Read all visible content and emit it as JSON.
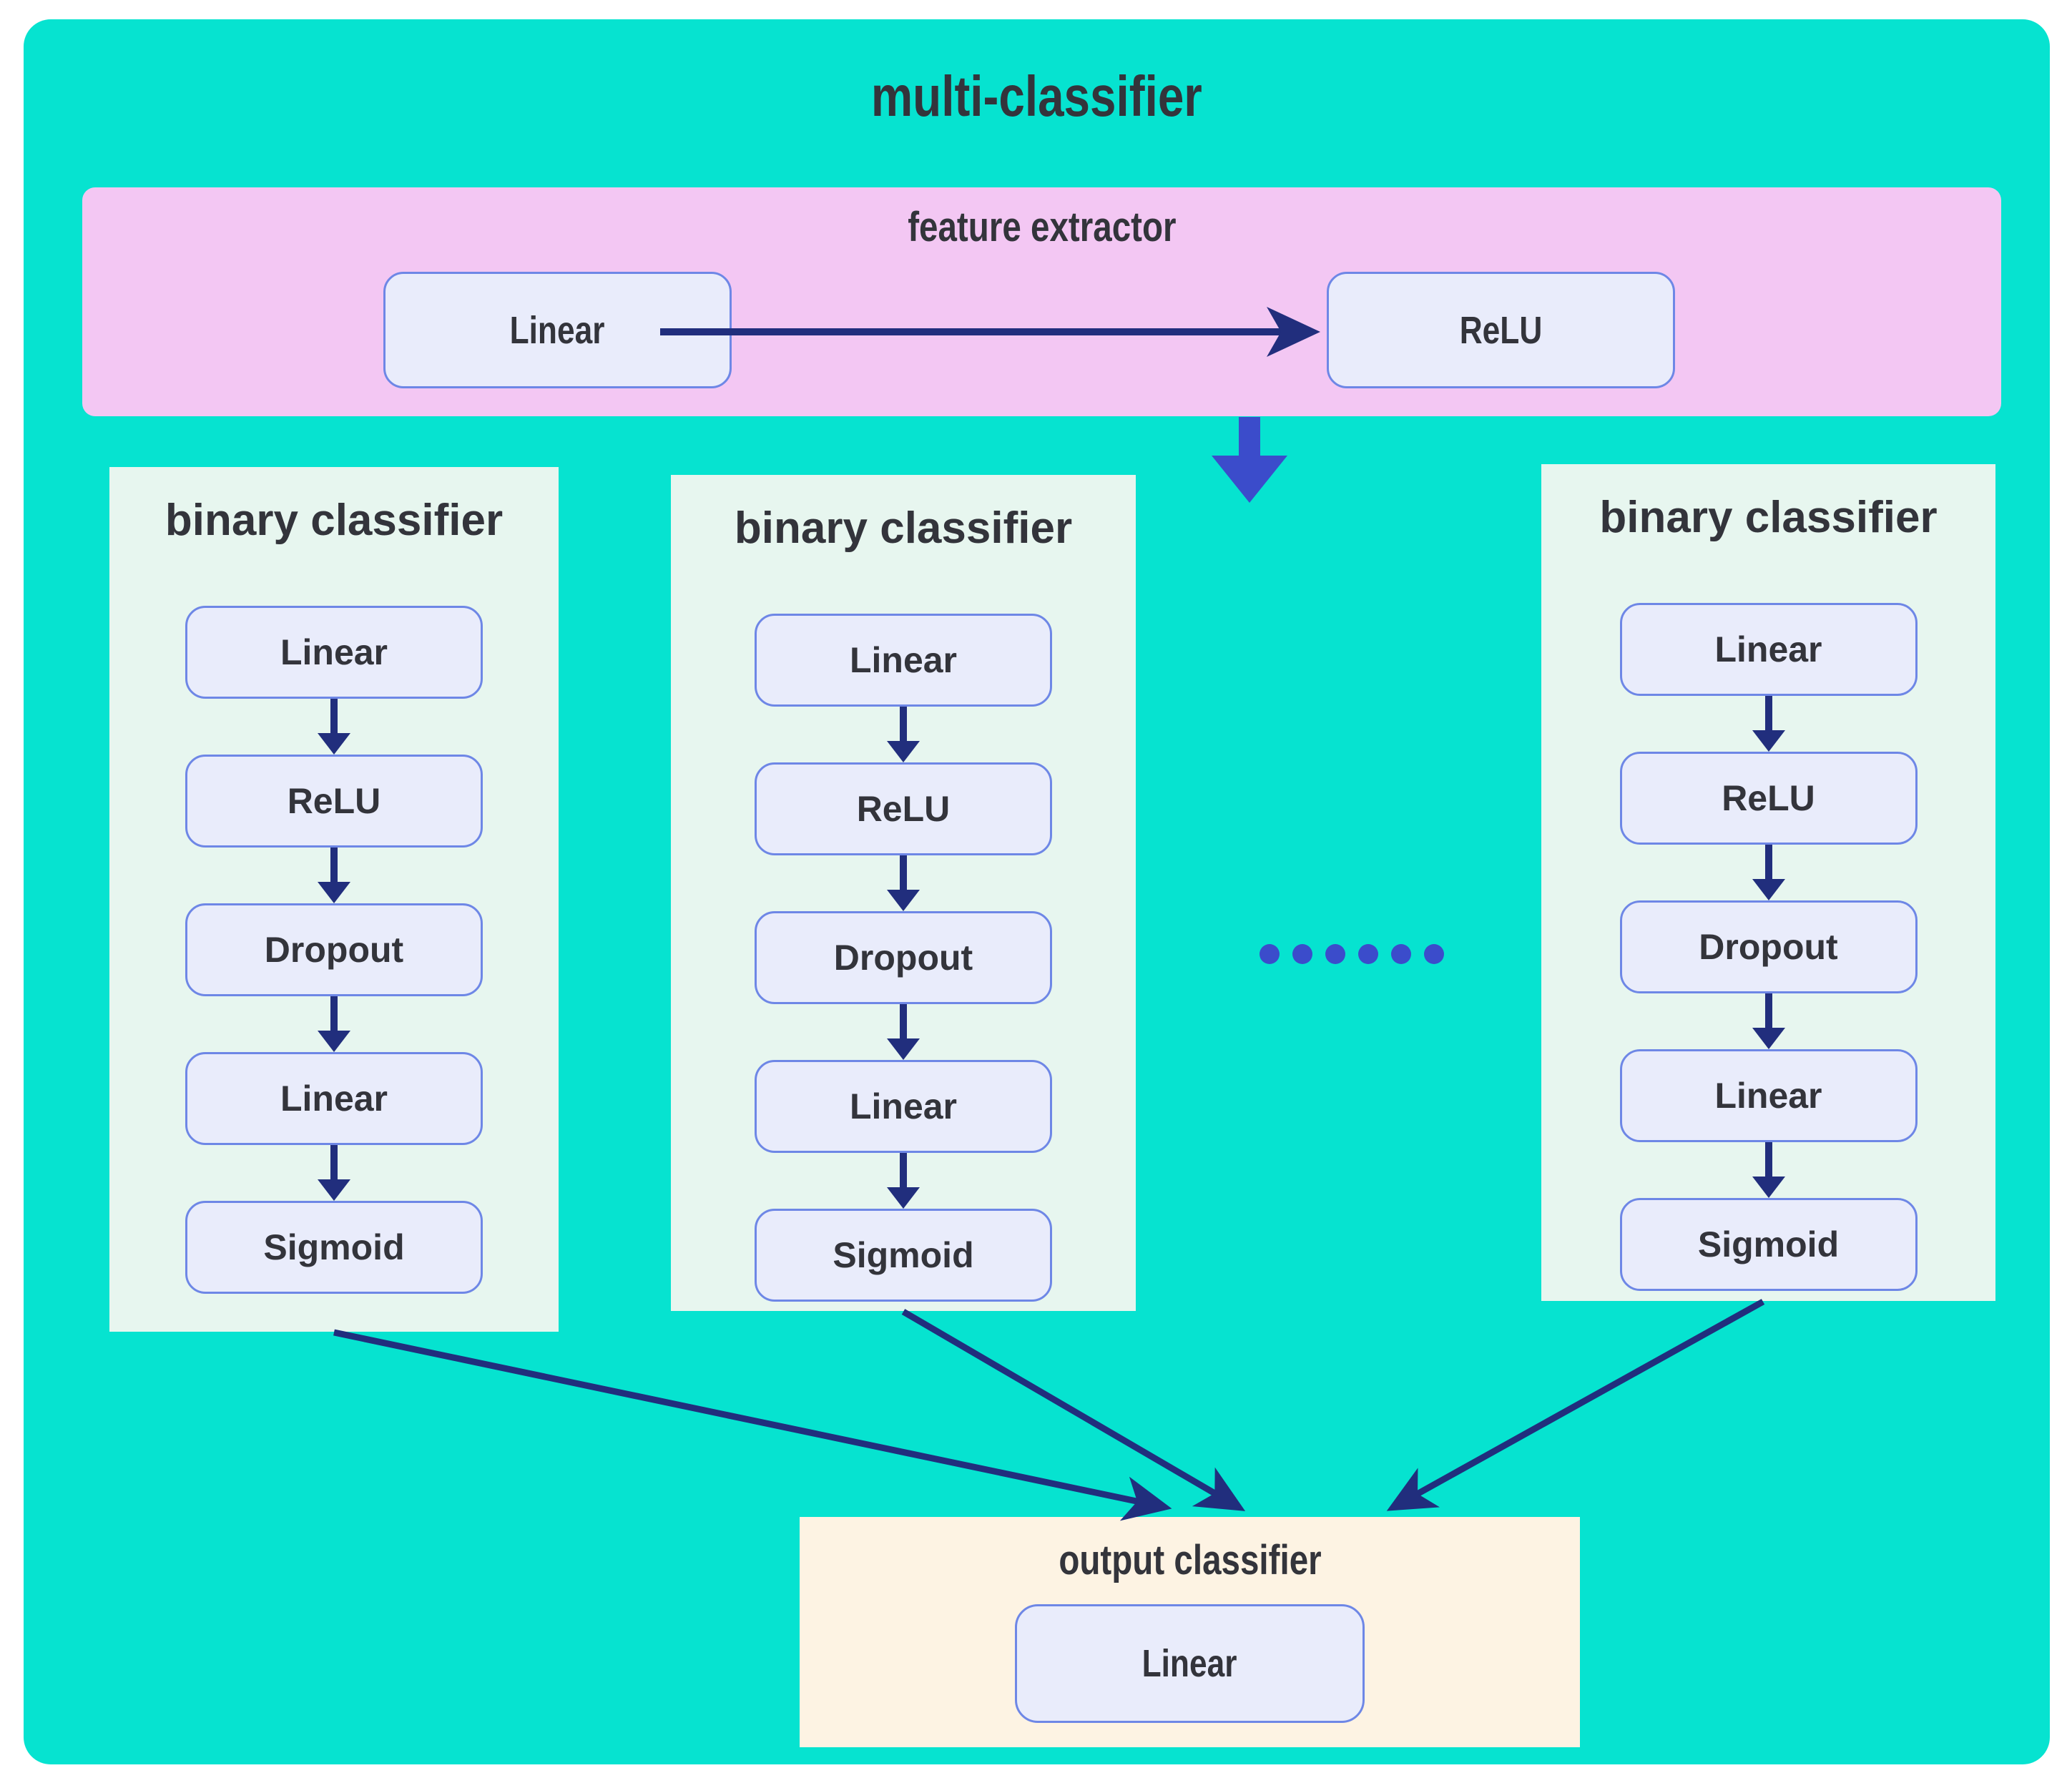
{
  "title": "multi-classifier",
  "feature_extractor": {
    "title": "feature extractor",
    "nodes": [
      "Linear",
      "ReLU"
    ]
  },
  "binary_classifiers": [
    {
      "title": "binary classifier",
      "nodes": [
        "Linear",
        "ReLU",
        "Dropout",
        "Linear",
        "Sigmoid"
      ]
    },
    {
      "title": "binary classifier",
      "nodes": [
        "Linear",
        "ReLU",
        "Dropout",
        "Linear",
        "Sigmoid"
      ]
    },
    {
      "title": "binary classifier",
      "nodes": [
        "Linear",
        "ReLU",
        "Dropout",
        "Linear",
        "Sigmoid"
      ]
    }
  ],
  "ellipsis": {
    "dot_count": 6
  },
  "output_classifier": {
    "title": "output classifier",
    "nodes": [
      "Linear"
    ]
  },
  "colors": {
    "teal": "#06e3d0",
    "pink": "#f3c7f3",
    "mint": "#e7f6ef",
    "cream": "#fdf3e3",
    "node_fill": "#e9ecfb",
    "node_border": "#6e87e6",
    "arrow": "#212e7d",
    "accent_arrow": "#3b4ccb",
    "text": "#33343b"
  }
}
